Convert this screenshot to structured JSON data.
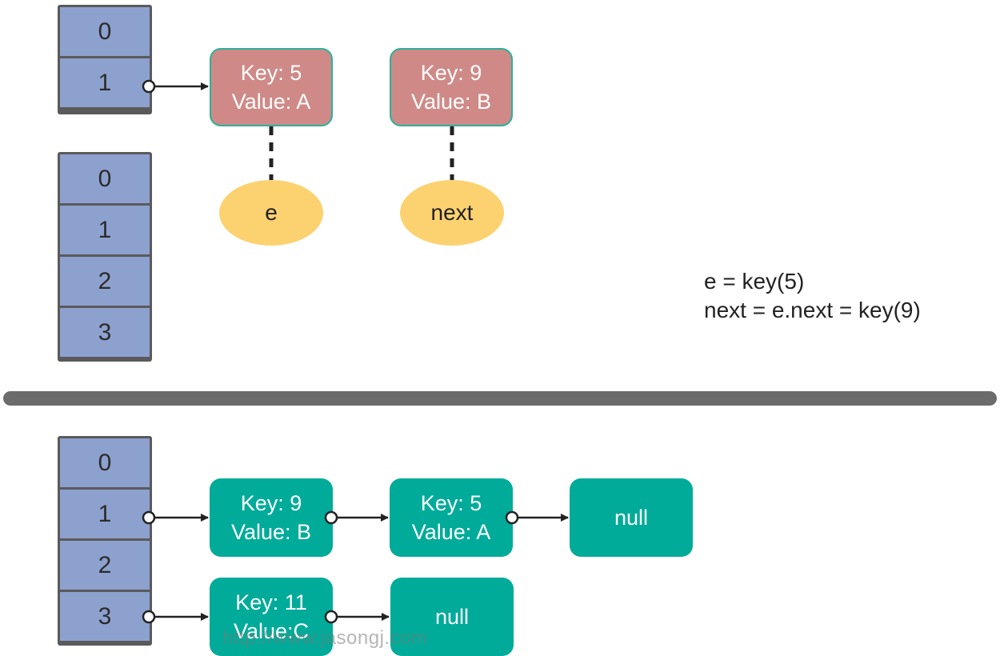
{
  "top": {
    "array1": [
      "0",
      "1"
    ],
    "array2": [
      "0",
      "1",
      "2",
      "3"
    ],
    "nodes": [
      {
        "key": "Key: 5",
        "value": "Value: A"
      },
      {
        "key": "Key: 9",
        "value": "Value: B"
      }
    ],
    "pointers": [
      "e",
      "next"
    ],
    "note": [
      "e = key(5)",
      "next = e.next = key(9)"
    ]
  },
  "bottom": {
    "array": [
      "0",
      "1",
      "2",
      "3"
    ],
    "chain1": [
      {
        "key": "Key: 9",
        "value": "Value: B"
      },
      {
        "key": "Key: 5",
        "value": "Value: A"
      }
    ],
    "chain1_end": "null",
    "chain2": [
      {
        "key": "Key: 11",
        "value": "Value:C"
      }
    ],
    "chain2_end": "null"
  },
  "watermark": "http://www.jasongj.com",
  "colors": {
    "bucket": "#8da1cf",
    "node_old": "#cf8a87",
    "node_new": "#00ab99",
    "pointer": "#fcd271",
    "divider": "#6b6b6b"
  }
}
